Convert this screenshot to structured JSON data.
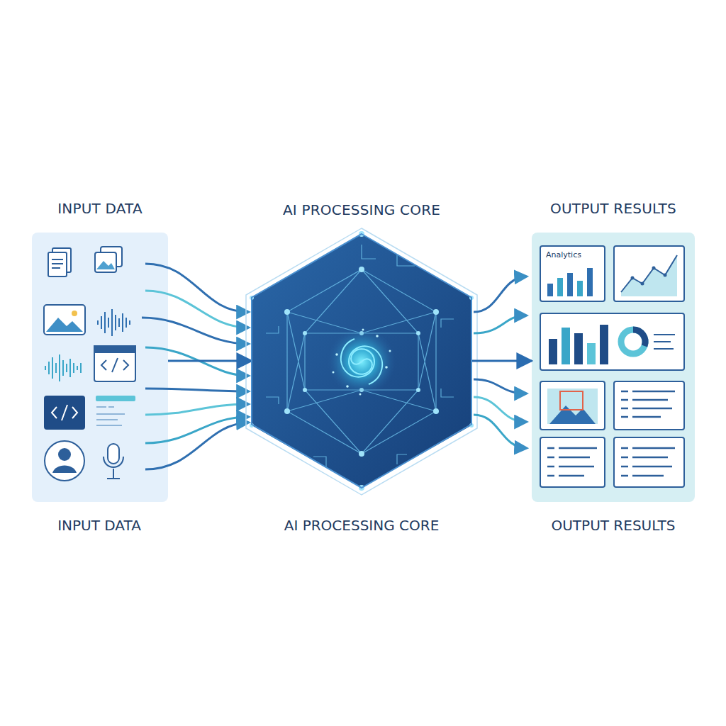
{
  "diagram": {
    "nodes": [
      {
        "text": [
          "INPUT DATA"
        ]
      },
      {
        "text": [
          "AI PROCESSING CORE"
        ]
      },
      {
        "text": [
          "OUTPUT RESULTS"
        ]
      },
      {
        "text": [
          "Analytics"
        ],
        "in": 2
      }
    ],
    "edges": [
      {
        "from": 0,
        "to": 1,
        "arrow": "to"
      },
      {
        "from": 1,
        "to": 2,
        "arrow": "to"
      }
    ],
    "labels": [
      "INPUT DATA",
      "AI PROCESSING CORE",
      "OUTPUT RESULTS"
    ]
  }
}
